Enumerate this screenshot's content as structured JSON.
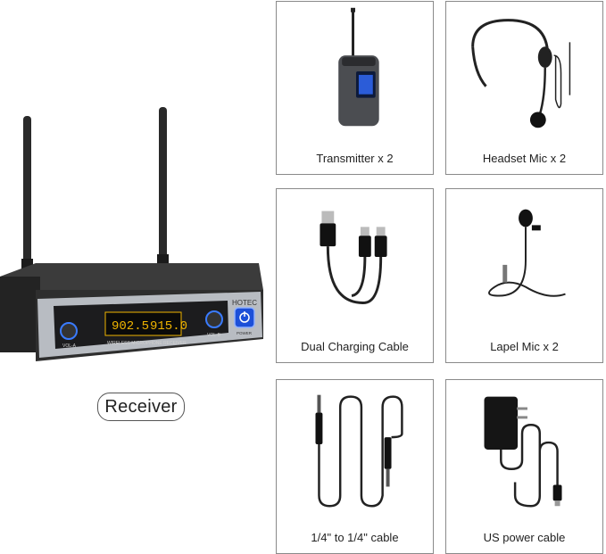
{
  "receiver": {
    "label": "Receiver",
    "brand": "HOTEC",
    "display_freq_a": "902.5",
    "display_freq_b": "915.0",
    "panel_text": "WIRELESS MICROPHONE RECEIVER",
    "vol_a": "VOL-A",
    "vol_b": "VOL-B",
    "power": "POWER"
  },
  "tiles": [
    {
      "caption": "Transmitter  x 2",
      "icon": "transmitter-icon"
    },
    {
      "caption": "Headset Mic  x 2",
      "icon": "headset-mic-icon"
    },
    {
      "caption": "Dual Charging Cable",
      "icon": "usb-cable-icon"
    },
    {
      "caption": "Lapel Mic  x 2",
      "icon": "lapel-mic-icon"
    },
    {
      "caption": "1/4\" to 1/4\" cable",
      "icon": "audio-cable-icon"
    },
    {
      "caption": "US power cable",
      "icon": "power-adapter-icon"
    }
  ],
  "colors": {
    "border": "#8a8a8a",
    "display": "#f0b400",
    "glow": "#3a7bff"
  }
}
